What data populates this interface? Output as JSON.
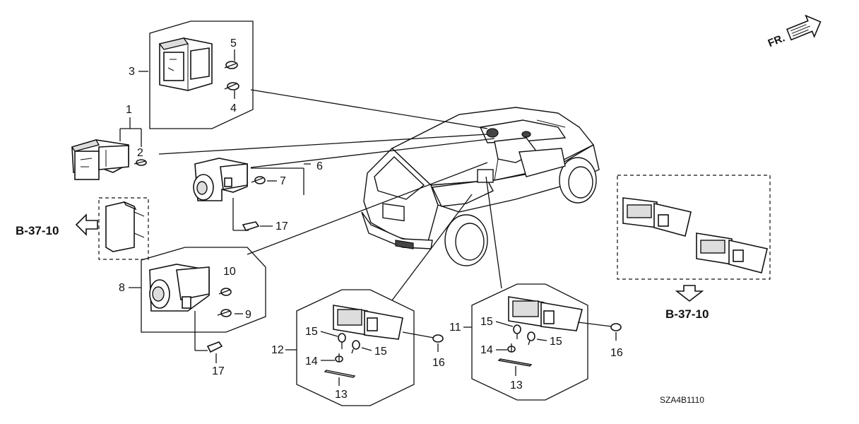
{
  "callouts": {
    "c1": "1",
    "c2": "2",
    "c3": "3",
    "c4": "4",
    "c5": "5",
    "c6": "6",
    "c7": "7",
    "c8": "8",
    "c9": "9",
    "c10": "10",
    "c11": "11",
    "c12": "12",
    "c13a": "13",
    "c13b": "13",
    "c14a": "14",
    "c14b": "14",
    "c15a": "15",
    "c15b": "15",
    "c15c": "15",
    "c15d": "15",
    "c16a": "16",
    "c16b": "16",
    "c17a": "17",
    "c17b": "17"
  },
  "references": {
    "left": "B-37-10",
    "right": "B-37-10"
  },
  "front_indicator": "FR.",
  "diagram_code": "SZA4B1110"
}
